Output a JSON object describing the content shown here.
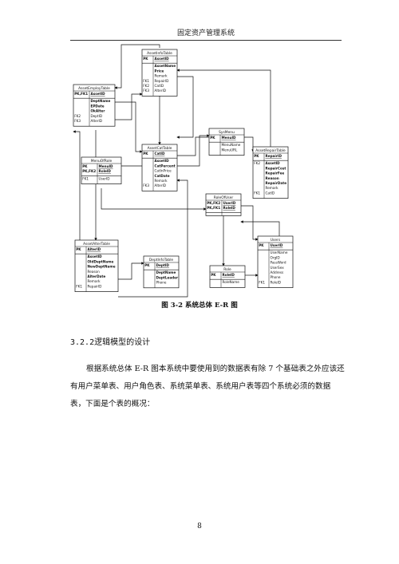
{
  "header": {
    "title": "固定资产管理系统"
  },
  "figure": {
    "caption": "图 3-2  系统总体 E-R 图",
    "entities": [
      {
        "id": "assetinfo",
        "name": "AssetInfoTable",
        "rows": [
          {
            "key": "PK",
            "text": "AssetID",
            "style": "bu"
          },
          {
            "key": "",
            "text": "AssetName",
            "style": "b"
          },
          {
            "key": "",
            "text": "Price",
            "style": "b"
          },
          {
            "key": "",
            "text": "Remark",
            "style": ""
          },
          {
            "key": "FK1",
            "text": "RepairID",
            "style": ""
          },
          {
            "key": "FK2",
            "text": "CatID",
            "style": ""
          },
          {
            "key": "FK3",
            "text": "AlterID",
            "style": ""
          }
        ]
      },
      {
        "id": "assetemploy",
        "name": "AssetEmployTable",
        "rows": [
          {
            "key": "PK,FK1",
            "text": "AssetID",
            "style": "bu"
          },
          {
            "key": "",
            "text": "DeptName",
            "style": "b"
          },
          {
            "key": "",
            "text": "EPDate",
            "style": "b"
          },
          {
            "key": "",
            "text": "OkAlter",
            "style": "b"
          },
          {
            "key": "FK2",
            "text": "DeptID",
            "style": ""
          },
          {
            "key": "FK3",
            "text": "AlterID",
            "style": ""
          }
        ]
      },
      {
        "id": "sysmenu",
        "name": "SysMenu",
        "rows": [
          {
            "key": "PK",
            "text": "MenuID",
            "style": "bu"
          },
          {
            "key": "",
            "text": "MenuName",
            "style": ""
          },
          {
            "key": "",
            "text": "MenuURL",
            "style": ""
          }
        ]
      },
      {
        "id": "menurole",
        "name": "MenuOfRole",
        "rows": [
          {
            "key": "PK",
            "text": "MenuID",
            "style": "bu"
          },
          {
            "key": "PK,FK2",
            "text": "RoleID",
            "style": "bu"
          },
          {
            "key": "FK1",
            "text": "UserID",
            "style": ""
          }
        ]
      },
      {
        "id": "assetcat",
        "name": "AssetCatTable",
        "rows": [
          {
            "key": "PK",
            "text": "CatID",
            "style": "bu"
          },
          {
            "key": "",
            "text": "AssetID",
            "style": "b"
          },
          {
            "key": "",
            "text": "CatPercent",
            "style": "b"
          },
          {
            "key": "",
            "text": "CatInPrice",
            "style": ""
          },
          {
            "key": "",
            "text": "CatDate",
            "style": "b"
          },
          {
            "key": "",
            "text": "Remark",
            "style": ""
          },
          {
            "key": "FK3",
            "text": "AlterID",
            "style": ""
          }
        ]
      },
      {
        "id": "assetrepair",
        "name": "AssetRepairTable",
        "rows": [
          {
            "key": "PK",
            "text": "RepairID",
            "style": "bu"
          },
          {
            "key": "FK2",
            "text": "AssetID",
            "style": "b"
          },
          {
            "key": "",
            "text": "RepairCost",
            "style": "b"
          },
          {
            "key": "",
            "text": "RepairFee",
            "style": "b"
          },
          {
            "key": "",
            "text": "Reason",
            "style": "b"
          },
          {
            "key": "",
            "text": "RepairDate",
            "style": "b"
          },
          {
            "key": "",
            "text": "Remark",
            "style": ""
          },
          {
            "key": "FK1",
            "text": "CatID",
            "style": ""
          }
        ]
      },
      {
        "id": "roleuser",
        "name": "RoleOfUser",
        "rows": [
          {
            "key": "PK,FK2",
            "text": "UserID",
            "style": "bu"
          },
          {
            "key": "PK,FK1",
            "text": "RoleID",
            "style": "bu"
          }
        ]
      },
      {
        "id": "users",
        "name": "Users",
        "rows": [
          {
            "key": "PK",
            "text": "UserID",
            "style": "bu"
          },
          {
            "key": "",
            "text": "UserName",
            "style": ""
          },
          {
            "key": "",
            "text": "OrgID",
            "style": ""
          },
          {
            "key": "",
            "text": "PassWord",
            "style": ""
          },
          {
            "key": "",
            "text": "UserSex",
            "style": ""
          },
          {
            "key": "",
            "text": "Address",
            "style": ""
          },
          {
            "key": "",
            "text": "Phone",
            "style": ""
          },
          {
            "key": "FK1",
            "text": "RoleID",
            "style": ""
          }
        ]
      },
      {
        "id": "assetalter",
        "name": "AssetAlterTable",
        "rows": [
          {
            "key": "PK",
            "text": "AlterID",
            "style": "bu"
          },
          {
            "key": "",
            "text": "AssetID",
            "style": "b"
          },
          {
            "key": "",
            "text": "OldDeptName",
            "style": "b"
          },
          {
            "key": "",
            "text": "NewDeptName",
            "style": "b"
          },
          {
            "key": "",
            "text": "Reason",
            "style": ""
          },
          {
            "key": "",
            "text": "AlterDate",
            "style": "b"
          },
          {
            "key": "",
            "text": "Remark",
            "style": ""
          },
          {
            "key": "FK1",
            "text": "RepairID",
            "style": ""
          }
        ]
      },
      {
        "id": "deptinfo",
        "name": "DeptInfoTable",
        "rows": [
          {
            "key": "PK",
            "text": "DeptID",
            "style": "bu"
          },
          {
            "key": "",
            "text": "DeptName",
            "style": "b"
          },
          {
            "key": "",
            "text": "DeptLeader",
            "style": "b"
          },
          {
            "key": "",
            "text": "Phone",
            "style": ""
          }
        ]
      },
      {
        "id": "role",
        "name": "Role",
        "rows": [
          {
            "key": "PK",
            "text": "RoleID",
            "style": "bu"
          },
          {
            "key": "",
            "text": "RoleName",
            "style": ""
          }
        ]
      }
    ]
  },
  "section_title": "3.2.2逻辑模型的设计",
  "paragraph": "根据系统总体 E-R 图本系统中要使用到的数据表有除 7 个基础表之外应该还有用户菜单表、用户角色表、系统菜单表、系统用户表等四个系统必须的数据表，下面是个表的概况：",
  "page_number": "8"
}
